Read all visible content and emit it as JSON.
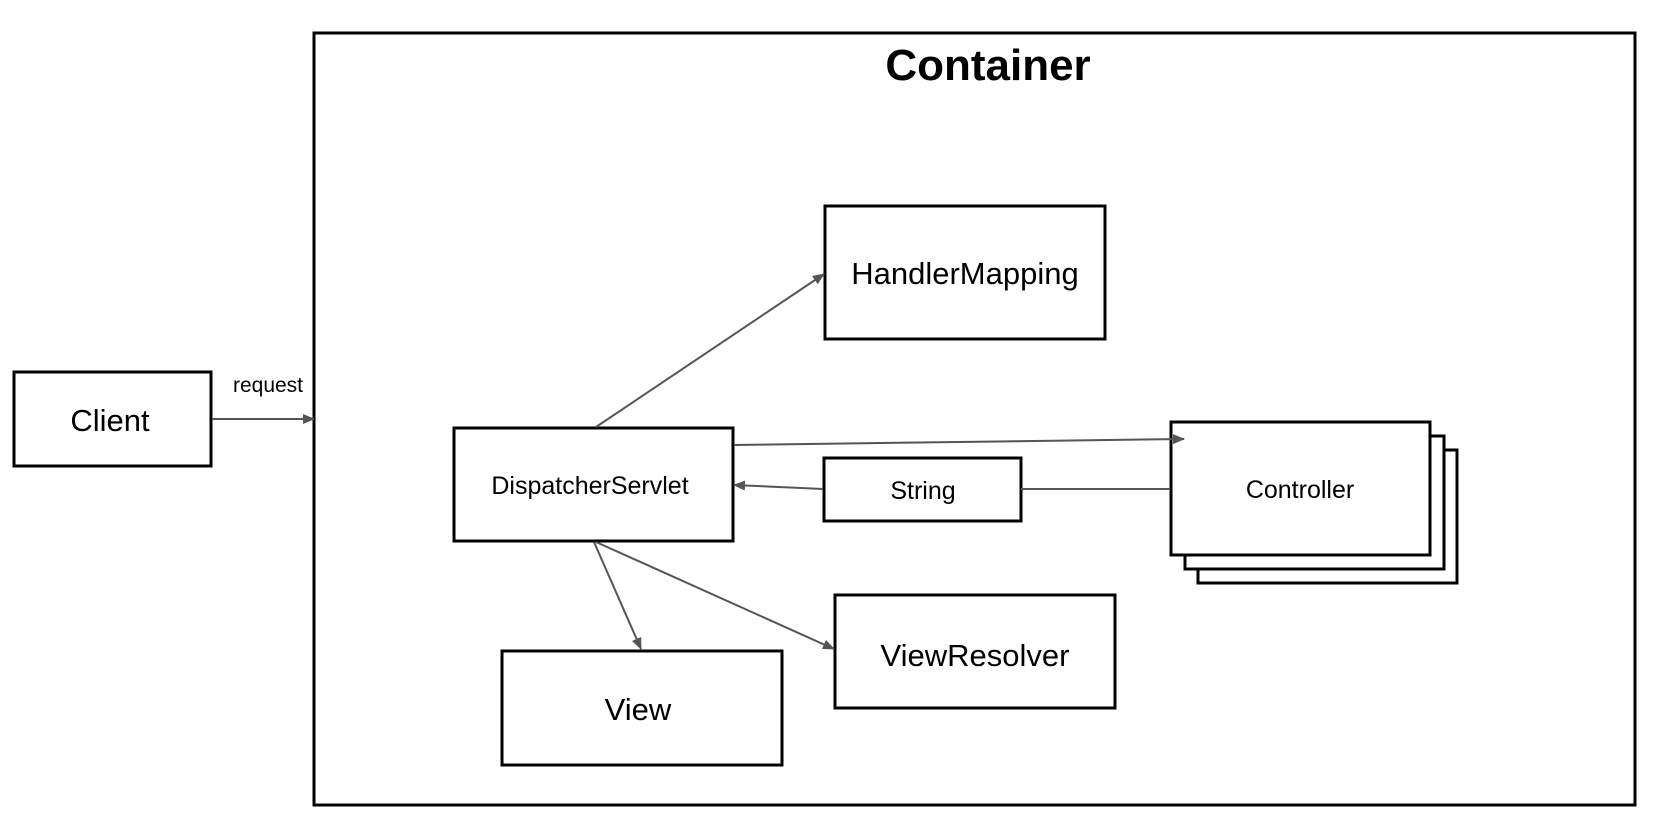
{
  "diagram": {
    "container_title": "Container",
    "nodes": {
      "client": "Client",
      "dispatcher": "DispatcherServlet",
      "handler_mapping": "HandlerMapping",
      "string": "String",
      "controller": "Controller",
      "view_resolver": "ViewResolver",
      "view": "View"
    },
    "edges": {
      "client_to_container": "request"
    }
  },
  "colors": {
    "box_stroke": "#000000",
    "arrow": "#555555",
    "background": "#ffffff"
  }
}
